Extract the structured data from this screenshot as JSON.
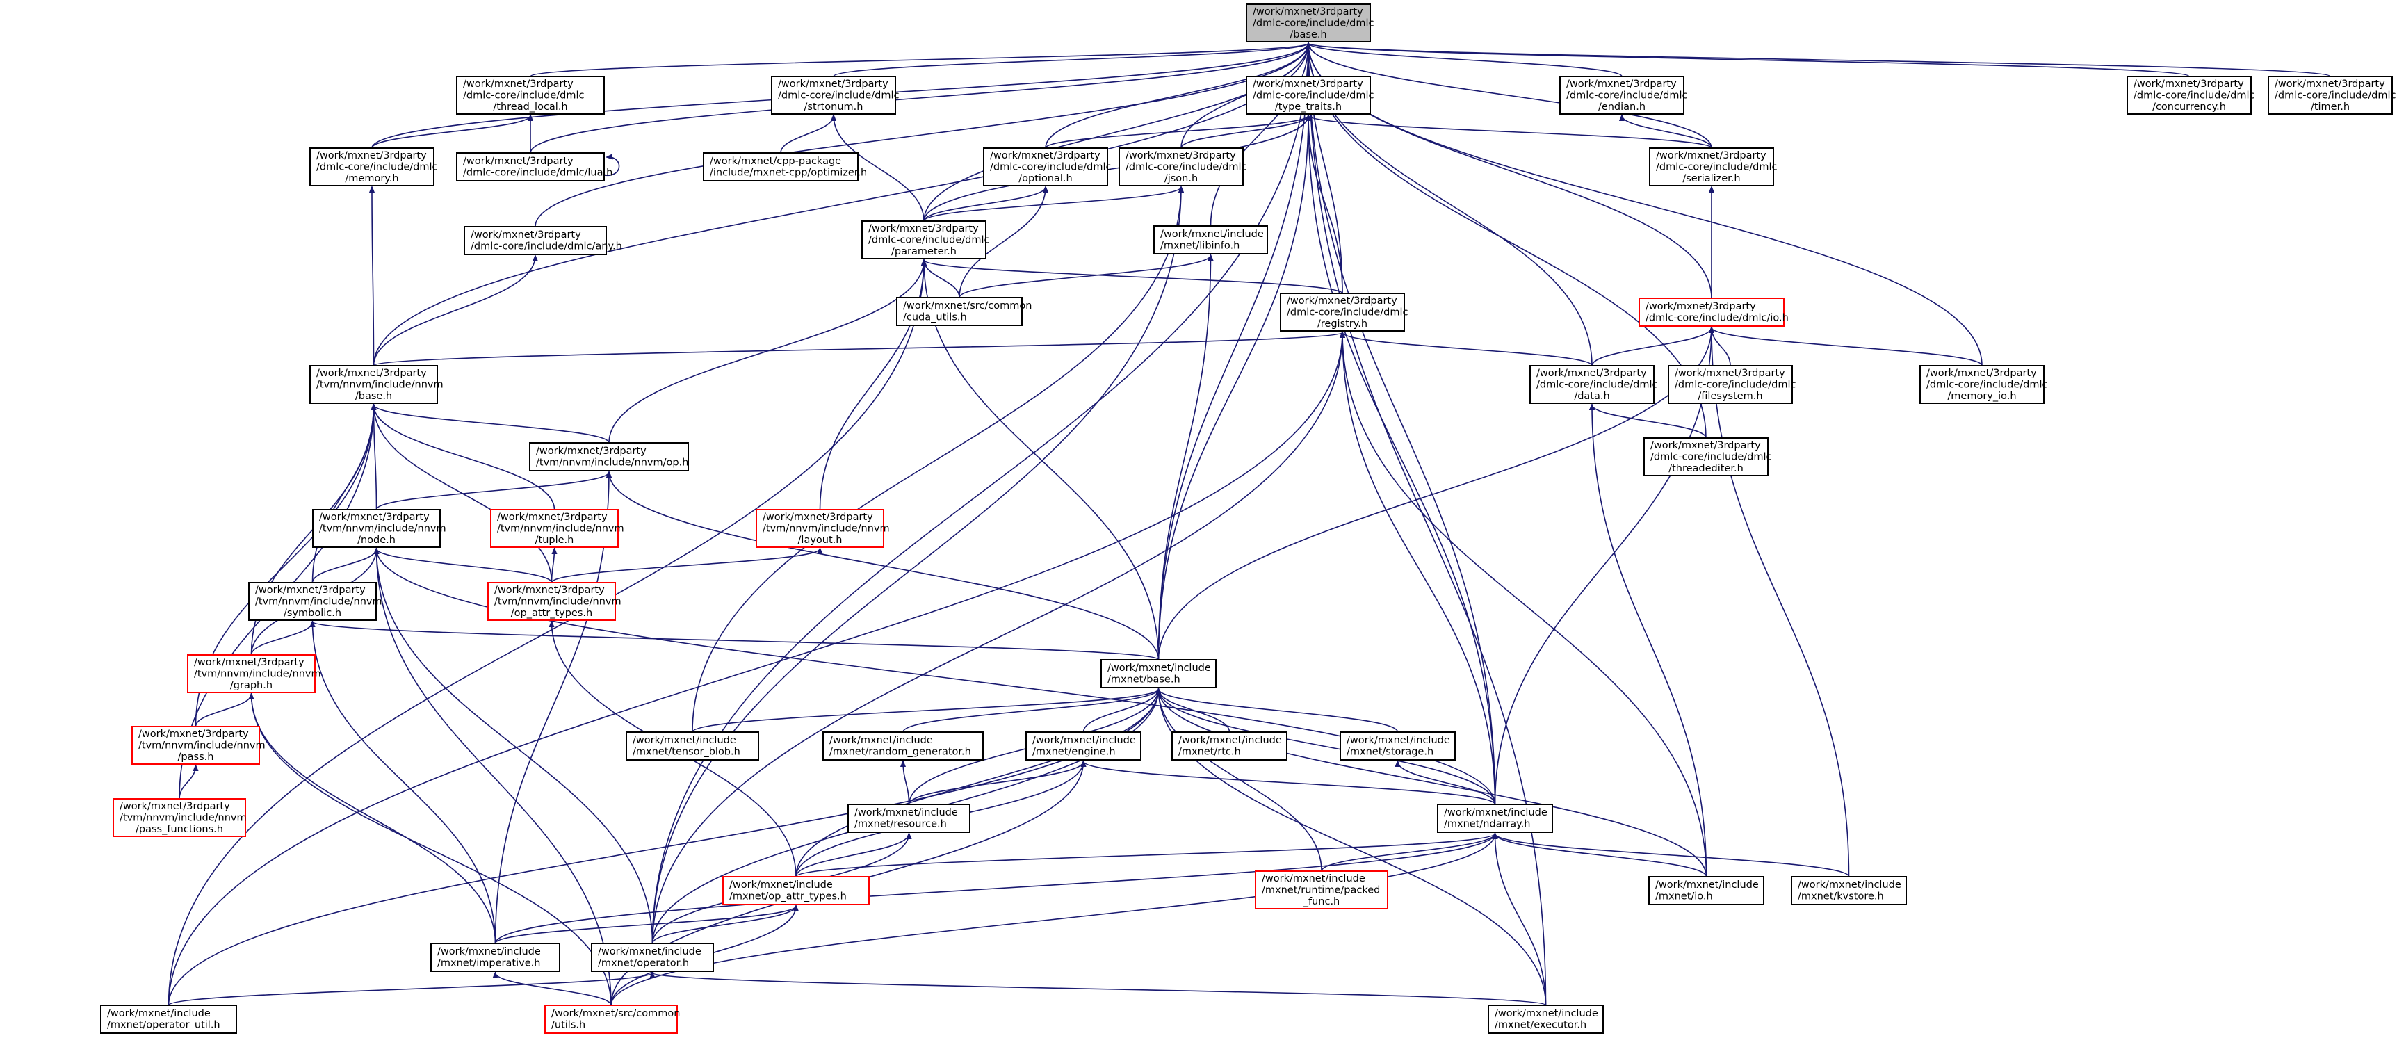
{
  "graph": {
    "edge_color": "#191970",
    "truncated_border_color": "#ff0000",
    "root_fill": "#bfbfbf",
    "nodes": [
      {
        "id": "dmlc_base",
        "lines": [
          "/work/mxnet/3rdparty",
          "/dmlc-core/include/dmlc",
          "/base.h"
        ],
        "root": true
      },
      {
        "id": "thread_local",
        "lines": [
          "/work/mxnet/3rdparty",
          "/dmlc-core/include/dmlc",
          "/thread_local.h"
        ]
      },
      {
        "id": "strtonum",
        "lines": [
          "/work/mxnet/3rdparty",
          "/dmlc-core/include/dmlc",
          "/strtonum.h"
        ]
      },
      {
        "id": "type_traits",
        "lines": [
          "/work/mxnet/3rdparty",
          "/dmlc-core/include/dmlc",
          "/type_traits.h"
        ]
      },
      {
        "id": "endian",
        "lines": [
          "/work/mxnet/3rdparty",
          "/dmlc-core/include/dmlc",
          "/endian.h"
        ]
      },
      {
        "id": "concurrency",
        "lines": [
          "/work/mxnet/3rdparty",
          "/dmlc-core/include/dmlc",
          "/concurrency.h"
        ]
      },
      {
        "id": "timer",
        "lines": [
          "/work/mxnet/3rdparty",
          "/dmlc-core/include/dmlc",
          "/timer.h"
        ]
      },
      {
        "id": "memory",
        "lines": [
          "/work/mxnet/3rdparty",
          "/dmlc-core/include/dmlc",
          "/memory.h"
        ]
      },
      {
        "id": "lua",
        "lines": [
          "/work/mxnet/3rdparty",
          "/dmlc-core/include/dmlc/lua.h"
        ]
      },
      {
        "id": "optimizer",
        "lines": [
          "/work/mxnet/cpp-package",
          "/include/mxnet-cpp/optimizer.h"
        ]
      },
      {
        "id": "optional",
        "lines": [
          "/work/mxnet/3rdparty",
          "/dmlc-core/include/dmlc",
          "/optional.h"
        ]
      },
      {
        "id": "json",
        "lines": [
          "/work/mxnet/3rdparty",
          "/dmlc-core/include/dmlc",
          "/json.h"
        ]
      },
      {
        "id": "serializer",
        "lines": [
          "/work/mxnet/3rdparty",
          "/dmlc-core/include/dmlc",
          "/serializer.h"
        ]
      },
      {
        "id": "any",
        "lines": [
          "/work/mxnet/3rdparty",
          "/dmlc-core/include/dmlc/any.h"
        ]
      },
      {
        "id": "parameter",
        "lines": [
          "/work/mxnet/3rdparty",
          "/dmlc-core/include/dmlc",
          "/parameter.h"
        ]
      },
      {
        "id": "libinfo",
        "lines": [
          "/work/mxnet/include",
          "/mxnet/libinfo.h"
        ]
      },
      {
        "id": "cuda_utils",
        "lines": [
          "/work/mxnet/src/common",
          "/cuda_utils.h"
        ]
      },
      {
        "id": "registry",
        "lines": [
          "/work/mxnet/3rdparty",
          "/dmlc-core/include/dmlc",
          "/registry.h"
        ]
      },
      {
        "id": "dmlc_io",
        "lines": [
          "/work/mxnet/3rdparty",
          "/dmlc-core/include/dmlc/io.h"
        ],
        "truncated": true
      },
      {
        "id": "nnvm_base",
        "lines": [
          "/work/mxnet/3rdparty",
          "/tvm/nnvm/include/nnvm",
          "/base.h"
        ]
      },
      {
        "id": "data",
        "lines": [
          "/work/mxnet/3rdparty",
          "/dmlc-core/include/dmlc",
          "/data.h"
        ]
      },
      {
        "id": "filesystem",
        "lines": [
          "/work/mxnet/3rdparty",
          "/dmlc-core/include/dmlc",
          "/filesystem.h"
        ]
      },
      {
        "id": "memory_io",
        "lines": [
          "/work/mxnet/3rdparty",
          "/dmlc-core/include/dmlc",
          "/memory_io.h"
        ]
      },
      {
        "id": "nnvm_op",
        "lines": [
          "/work/mxnet/3rdparty",
          "/tvm/nnvm/include/nnvm/op.h"
        ]
      },
      {
        "id": "threadediter",
        "lines": [
          "/work/mxnet/3rdparty",
          "/dmlc-core/include/dmlc",
          "/threadediter.h"
        ]
      },
      {
        "id": "nnvm_node",
        "lines": [
          "/work/mxnet/3rdparty",
          "/tvm/nnvm/include/nnvm",
          "/node.h"
        ]
      },
      {
        "id": "nnvm_tuple",
        "lines": [
          "/work/mxnet/3rdparty",
          "/tvm/nnvm/include/nnvm",
          "/tuple.h"
        ],
        "truncated": true
      },
      {
        "id": "nnvm_layout",
        "lines": [
          "/work/mxnet/3rdparty",
          "/tvm/nnvm/include/nnvm",
          "/layout.h"
        ],
        "truncated": true
      },
      {
        "id": "nnvm_symbolic",
        "lines": [
          "/work/mxnet/3rdparty",
          "/tvm/nnvm/include/nnvm",
          "/symbolic.h"
        ]
      },
      {
        "id": "nnvm_op_attr_types",
        "lines": [
          "/work/mxnet/3rdparty",
          "/tvm/nnvm/include/nnvm",
          "/op_attr_types.h"
        ],
        "truncated": true
      },
      {
        "id": "nnvm_graph",
        "lines": [
          "/work/mxnet/3rdparty",
          "/tvm/nnvm/include/nnvm",
          "/graph.h"
        ],
        "truncated": true
      },
      {
        "id": "mx_base",
        "lines": [
          "/work/mxnet/include",
          "/mxnet/base.h"
        ]
      },
      {
        "id": "nnvm_pass",
        "lines": [
          "/work/mxnet/3rdparty",
          "/tvm/nnvm/include/nnvm",
          "/pass.h"
        ],
        "truncated": true
      },
      {
        "id": "tensor_blob",
        "lines": [
          "/work/mxnet/include",
          "/mxnet/tensor_blob.h"
        ]
      },
      {
        "id": "random_generator",
        "lines": [
          "/work/mxnet/include",
          "/mxnet/random_generator.h"
        ]
      },
      {
        "id": "engine",
        "lines": [
          "/work/mxnet/include",
          "/mxnet/engine.h"
        ]
      },
      {
        "id": "rtc",
        "lines": [
          "/work/mxnet/include",
          "/mxnet/rtc.h"
        ]
      },
      {
        "id": "storage",
        "lines": [
          "/work/mxnet/include",
          "/mxnet/storage.h"
        ]
      },
      {
        "id": "nnvm_pass_functions",
        "lines": [
          "/work/mxnet/3rdparty",
          "/tvm/nnvm/include/nnvm",
          "/pass_functions.h"
        ],
        "truncated": true
      },
      {
        "id": "resource",
        "lines": [
          "/work/mxnet/include",
          "/mxnet/resource.h"
        ]
      },
      {
        "id": "ndarray",
        "lines": [
          "/work/mxnet/include",
          "/mxnet/ndarray.h"
        ]
      },
      {
        "id": "packed_func",
        "lines": [
          "/work/mxnet/include",
          "/mxnet/runtime/packed",
          "_func.h"
        ],
        "truncated": true
      },
      {
        "id": "mx_op_attr_types",
        "lines": [
          "/work/mxnet/include",
          "/mxnet/op_attr_types.h"
        ],
        "truncated": true
      },
      {
        "id": "mx_io",
        "lines": [
          "/work/mxnet/include",
          "/mxnet/io.h"
        ]
      },
      {
        "id": "kvstore",
        "lines": [
          "/work/mxnet/include",
          "/mxnet/kvstore.h"
        ]
      },
      {
        "id": "imperative",
        "lines": [
          "/work/mxnet/include",
          "/mxnet/imperative.h"
        ]
      },
      {
        "id": "operator",
        "lines": [
          "/work/mxnet/include",
          "/mxnet/operator.h"
        ]
      },
      {
        "id": "operator_util",
        "lines": [
          "/work/mxnet/include",
          "/mxnet/operator_util.h"
        ]
      },
      {
        "id": "utils",
        "lines": [
          "/work/mxnet/src/common",
          "/utils.h"
        ],
        "truncated": true
      },
      {
        "id": "executor",
        "lines": [
          "/work/mxnet/include",
          "/mxnet/executor.h"
        ]
      }
    ],
    "edges": [
      [
        "thread_local",
        "dmlc_base"
      ],
      [
        "strtonum",
        "dmlc_base"
      ],
      [
        "type_traits",
        "dmlc_base"
      ],
      [
        "endian",
        "dmlc_base"
      ],
      [
        "concurrency",
        "dmlc_base"
      ],
      [
        "timer",
        "dmlc_base"
      ],
      [
        "memory",
        "dmlc_base"
      ],
      [
        "lua",
        "dmlc_base"
      ],
      [
        "optional",
        "dmlc_base"
      ],
      [
        "json",
        "dmlc_base"
      ],
      [
        "serializer",
        "dmlc_base"
      ],
      [
        "any",
        "dmlc_base"
      ],
      [
        "parameter",
        "dmlc_base"
      ],
      [
        "libinfo",
        "dmlc_base"
      ],
      [
        "registry",
        "dmlc_base"
      ],
      [
        "dmlc_io",
        "dmlc_base"
      ],
      [
        "nnvm_base",
        "dmlc_base"
      ],
      [
        "data",
        "dmlc_base"
      ],
      [
        "memory_io",
        "dmlc_base"
      ],
      [
        "threadediter",
        "dmlc_base"
      ],
      [
        "mx_base",
        "dmlc_base"
      ],
      [
        "ndarray",
        "dmlc_base"
      ],
      [
        "operator",
        "dmlc_base"
      ],
      [
        "executor",
        "dmlc_base"
      ],
      [
        "memory",
        "thread_local"
      ],
      [
        "lua",
        "thread_local"
      ],
      [
        "lua",
        "lua"
      ],
      [
        "optimizer",
        "strtonum"
      ],
      [
        "parameter",
        "strtonum"
      ],
      [
        "optional",
        "type_traits"
      ],
      [
        "json",
        "type_traits"
      ],
      [
        "serializer",
        "type_traits"
      ],
      [
        "parameter",
        "type_traits"
      ],
      [
        "registry",
        "type_traits"
      ],
      [
        "mx_base",
        "type_traits"
      ],
      [
        "ndarray",
        "type_traits"
      ],
      [
        "serializer",
        "endian"
      ],
      [
        "dmlc_io",
        "serializer"
      ],
      [
        "parameter",
        "optional"
      ],
      [
        "cuda_utils",
        "optional"
      ],
      [
        "parameter",
        "json"
      ],
      [
        "operator",
        "json"
      ],
      [
        "tensor_blob",
        "json"
      ],
      [
        "nnvm_base",
        "memory"
      ],
      [
        "nnvm_base",
        "any"
      ],
      [
        "cuda_utils",
        "parameter"
      ],
      [
        "registry",
        "parameter"
      ],
      [
        "nnvm_op",
        "parameter"
      ],
      [
        "nnvm_layout",
        "parameter"
      ],
      [
        "mx_base",
        "parameter"
      ],
      [
        "operator_util",
        "parameter"
      ],
      [
        "cuda_utils",
        "libinfo"
      ],
      [
        "mx_base",
        "libinfo"
      ],
      [
        "nnvm_base",
        "registry"
      ],
      [
        "data",
        "registry"
      ],
      [
        "operator",
        "registry"
      ],
      [
        "ndarray",
        "registry"
      ],
      [
        "mx_io",
        "registry"
      ],
      [
        "operator_util",
        "registry"
      ],
      [
        "data",
        "dmlc_io"
      ],
      [
        "filesystem",
        "dmlc_io"
      ],
      [
        "memory_io",
        "dmlc_io"
      ],
      [
        "mx_base",
        "dmlc_io"
      ],
      [
        "ndarray",
        "dmlc_io"
      ],
      [
        "kvstore",
        "dmlc_io"
      ],
      [
        "threadediter",
        "data"
      ],
      [
        "mx_io",
        "data"
      ],
      [
        "nnvm_op",
        "nnvm_base"
      ],
      [
        "nnvm_node",
        "nnvm_base"
      ],
      [
        "nnvm_tuple",
        "nnvm_base"
      ],
      [
        "nnvm_symbolic",
        "nnvm_base"
      ],
      [
        "nnvm_op_attr_types",
        "nnvm_base"
      ],
      [
        "nnvm_graph",
        "nnvm_base"
      ],
      [
        "nnvm_pass",
        "nnvm_base"
      ],
      [
        "nnvm_pass_functions",
        "nnvm_base"
      ],
      [
        "nnvm_node",
        "nnvm_op"
      ],
      [
        "mx_base",
        "nnvm_op"
      ],
      [
        "imperative",
        "nnvm_op"
      ],
      [
        "nnvm_symbolic",
        "nnvm_node"
      ],
      [
        "nnvm_op_attr_types",
        "nnvm_node"
      ],
      [
        "nnvm_graph",
        "nnvm_node"
      ],
      [
        "operator",
        "nnvm_node"
      ],
      [
        "utils",
        "nnvm_node"
      ],
      [
        "ndarray",
        "nnvm_node"
      ],
      [
        "nnvm_op_attr_types",
        "nnvm_tuple"
      ],
      [
        "nnvm_op_attr_types",
        "nnvm_layout"
      ],
      [
        "nnvm_graph",
        "nnvm_symbolic"
      ],
      [
        "imperative",
        "nnvm_symbolic"
      ],
      [
        "mx_base",
        "nnvm_symbolic"
      ],
      [
        "mx_op_attr_types",
        "nnvm_op_attr_types"
      ],
      [
        "nnvm_pass",
        "nnvm_graph"
      ],
      [
        "imperative",
        "nnvm_graph"
      ],
      [
        "utils",
        "nnvm_graph"
      ],
      [
        "nnvm_pass_functions",
        "nnvm_pass"
      ],
      [
        "tensor_blob",
        "mx_base"
      ],
      [
        "random_generator",
        "mx_base"
      ],
      [
        "engine",
        "mx_base"
      ],
      [
        "rtc",
        "mx_base"
      ],
      [
        "storage",
        "mx_base"
      ],
      [
        "resource",
        "mx_base"
      ],
      [
        "ndarray",
        "mx_base"
      ],
      [
        "packed_func",
        "mx_base"
      ],
      [
        "mx_op_attr_types",
        "mx_base"
      ],
      [
        "mx_io",
        "mx_base"
      ],
      [
        "operator",
        "mx_base"
      ],
      [
        "operator_util",
        "mx_base"
      ],
      [
        "executor",
        "mx_base"
      ],
      [
        "resource",
        "random_generator"
      ],
      [
        "resource",
        "engine"
      ],
      [
        "mx_op_attr_types",
        "engine"
      ],
      [
        "ndarray",
        "engine"
      ],
      [
        "utils",
        "engine"
      ],
      [
        "ndarray",
        "storage"
      ],
      [
        "mx_op_attr_types",
        "resource"
      ],
      [
        "operator",
        "resource"
      ],
      [
        "packed_func",
        "ndarray"
      ],
      [
        "mx_op_attr_types",
        "ndarray"
      ],
      [
        "mx_io",
        "ndarray"
      ],
      [
        "kvstore",
        "ndarray"
      ],
      [
        "executor",
        "ndarray"
      ],
      [
        "utils",
        "ndarray"
      ],
      [
        "imperative",
        "ndarray"
      ],
      [
        "imperative",
        "mx_op_attr_types"
      ],
      [
        "operator",
        "mx_op_attr_types"
      ],
      [
        "utils",
        "mx_op_attr_types"
      ],
      [
        "operator_util",
        "operator"
      ],
      [
        "executor",
        "operator"
      ],
      [
        "utils",
        "imperative"
      ]
    ]
  }
}
